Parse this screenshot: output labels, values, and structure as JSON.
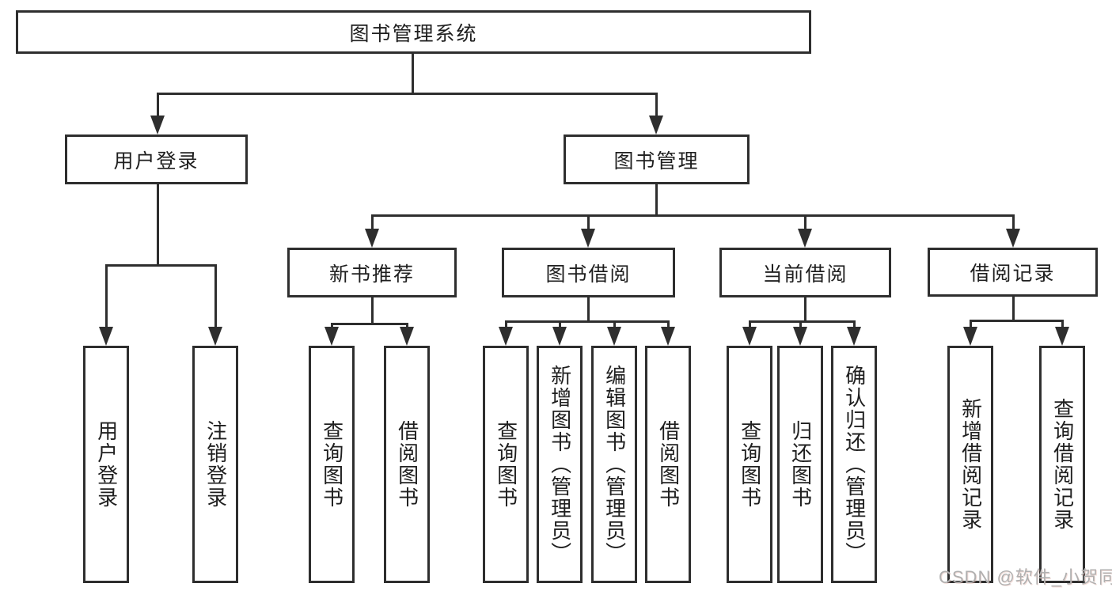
{
  "diagram_type": "hierarchy-tree",
  "colors": {
    "line": "#2e2e2e",
    "box_border": "#2e2e2e",
    "text": "#1f1f1f",
    "watermark_text": "#b0b0b0",
    "background": "#ffffff"
  },
  "tree": {
    "label": "图书管理系统",
    "children": [
      {
        "label": "用户登录",
        "children": [
          {
            "label": "用户登录"
          },
          {
            "label": "注销登录"
          }
        ]
      },
      {
        "label": "图书管理",
        "children": [
          {
            "label": "新书推荐",
            "children": [
              {
                "label": "查询图书"
              },
              {
                "label": "借阅图书"
              }
            ]
          },
          {
            "label": "图书借阅",
            "children": [
              {
                "label": "查询图书"
              },
              {
                "label": "新增图书（管理员）"
              },
              {
                "label": "编辑图书（管理员）"
              },
              {
                "label": "借阅图书"
              }
            ]
          },
          {
            "label": "当前借阅",
            "children": [
              {
                "label": "查询图书"
              },
              {
                "label": "归还图书"
              },
              {
                "label": "确认归还（管理员）"
              }
            ]
          },
          {
            "label": "借阅记录",
            "children": [
              {
                "label": "新增借阅记录"
              },
              {
                "label": "查询借阅记录"
              }
            ]
          }
        ]
      }
    ]
  },
  "watermark": {
    "text": "CSDN @软件_小贺同学"
  }
}
